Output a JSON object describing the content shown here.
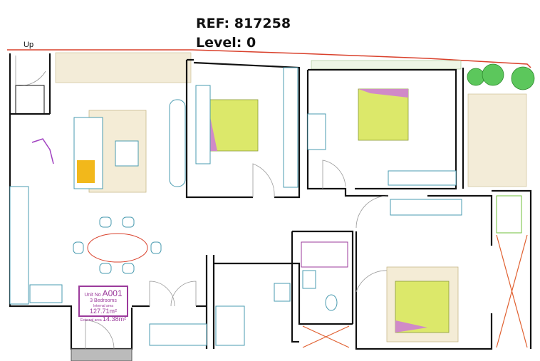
{
  "header": {
    "ref": "REF: 817258",
    "level": "Level: 0"
  },
  "plan": {
    "stair_label": "Up",
    "unit_box": {
      "unit_prefix": "Unit No",
      "unit_no": "A001",
      "bedrooms": "3 Bedrooms",
      "internal_label": "Internal area",
      "internal_value": "127.71m²",
      "external_label": "External area",
      "external_value": "14.38m²"
    }
  },
  "colors": {
    "wall": "#111111",
    "boundary": "#d9402b",
    "furniture": "#4a9bb0",
    "bed": "#dce86a",
    "label": "#9b3a9b",
    "planting": "#3fae3f"
  }
}
